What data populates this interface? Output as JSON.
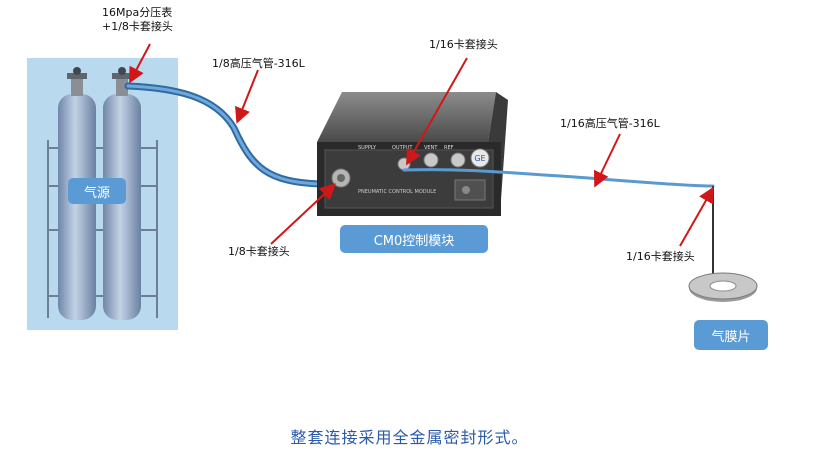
{
  "labels": {
    "gauge_fitting": "16Mpa分压表+1/8卡套接头",
    "tube_1_8": "1/8高压气管-316L",
    "fitting_1_16_top": "1/16卡套接头",
    "tube_1_16": "1/16高压气管-316L",
    "fitting_1_8": "1/8卡套接头",
    "fitting_1_16_right": "1/16卡套接头"
  },
  "boxes": {
    "gas_source": "气源",
    "control_module": "CM0控制模块",
    "membrane": "气膜片"
  },
  "module_text": {
    "supply": "SUPPLY",
    "output": "OUTPUT",
    "vent": "VENT",
    "ref": "REF",
    "title": "PNEUMATIC CONTROL MODULE",
    "brand": "GE"
  },
  "caption": "整套连接采用全金属密封形式。",
  "colors": {
    "panel": "#b9d9ef",
    "label_box": "#5b9bd5",
    "tube": "#5a9ad0",
    "arrow": "#d01818",
    "cylinder": "#8fa6c6",
    "caption": "#2a5aa8"
  }
}
